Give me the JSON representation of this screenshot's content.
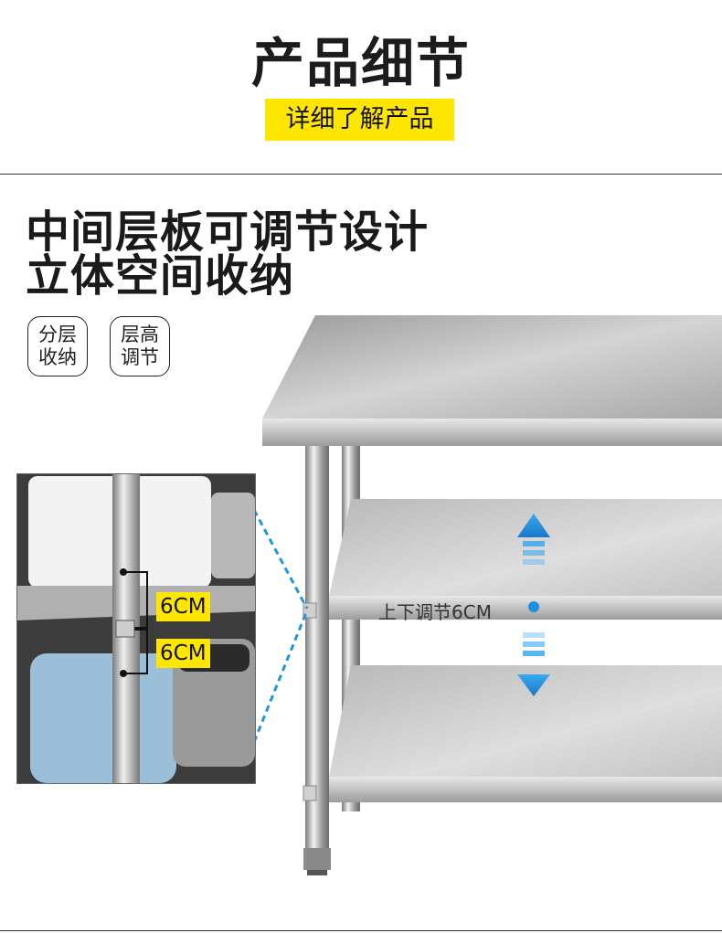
{
  "header": {
    "title": "产品细节",
    "subtitle": "详细了解产品"
  },
  "feature": {
    "headline_line1": "中间层板可调节设计",
    "headline_line2": "立体空间收纳",
    "tags": [
      {
        "line1": "分层",
        "line2": "收纳"
      },
      {
        "line1": "层高",
        "line2": "调节"
      }
    ]
  },
  "inset": {
    "spacing_labels": [
      "6CM",
      "6CM"
    ]
  },
  "product": {
    "adjust_label": "上下调节6CM",
    "arrow_up_icon": "up-arrow-icon",
    "arrow_down_icon": "down-arrow-icon"
  },
  "colors": {
    "accent_yellow": "#ffe600",
    "arrow_blue": "#2196e0",
    "steel": "#c8c8c8"
  }
}
